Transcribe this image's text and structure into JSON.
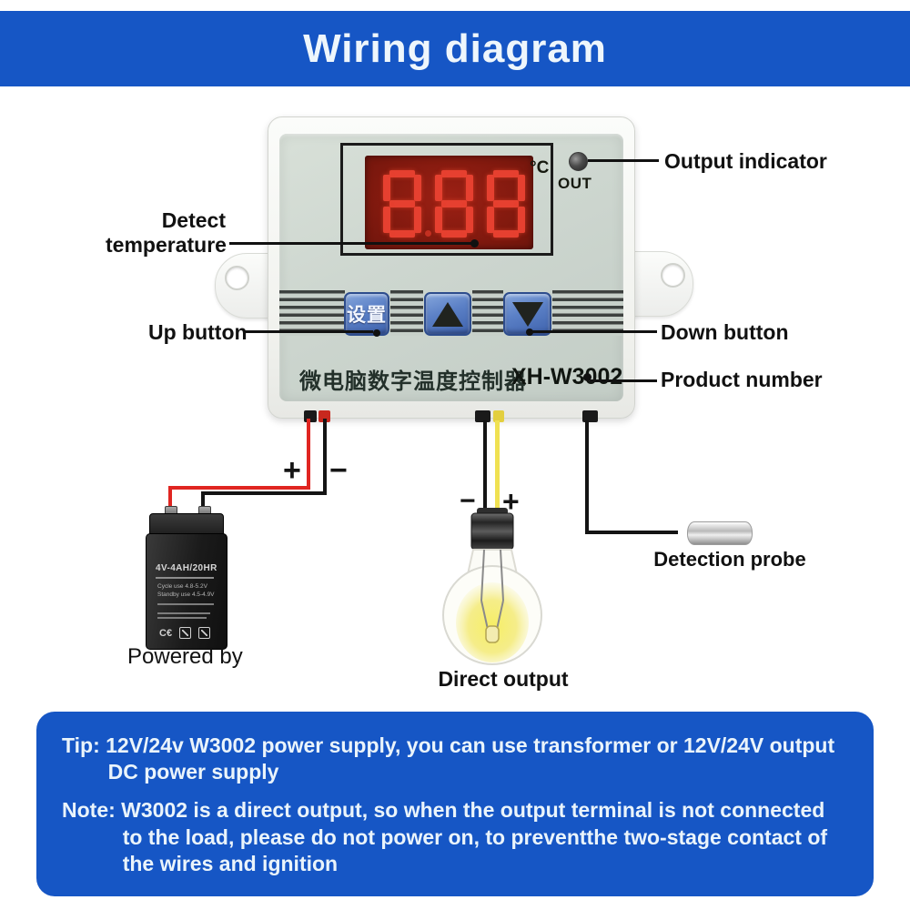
{
  "header": {
    "title": "Wiring diagram"
  },
  "device": {
    "display_value": "888",
    "display_unit": "°C",
    "out_label": "OUT",
    "set_button_label": "设置",
    "name_cn": "微电脑数字温度控制器",
    "product_number": "XH-W3002"
  },
  "labels": {
    "output_indicator": "Output indicator",
    "detect_temperature": "Detect temperature",
    "up_button": "Up button",
    "down_button": "Down button",
    "product_number": "Product number",
    "detection_probe": "Detection probe",
    "direct_output": "Direct output",
    "powered_by": "Powered by"
  },
  "polarity": {
    "battery_plus": "+",
    "battery_minus": "−",
    "bulb_minus": "−",
    "bulb_plus": "+"
  },
  "battery": {
    "model": "4V-4AH/20HR",
    "spec1": "Cycle use 4.8-5.2V",
    "spec2": "Standby use 4.5-4.9V",
    "ce_mark": "C€"
  },
  "footer": {
    "tip": "Tip: 12V/24v W3002 power supply, you can use transformer or 12V/24V output DC power supply",
    "note": "Note: W3002 is a direct output, so when the output terminal is not connected to the load, please do not power on, to preventthe two-stage contact of the wires and ignition"
  },
  "colors": {
    "accent_blue": "#1656c5",
    "wire_red": "#e02521",
    "wire_yellow": "#f0e152",
    "wire_black": "#141414",
    "segment_red": "#e64030"
  }
}
